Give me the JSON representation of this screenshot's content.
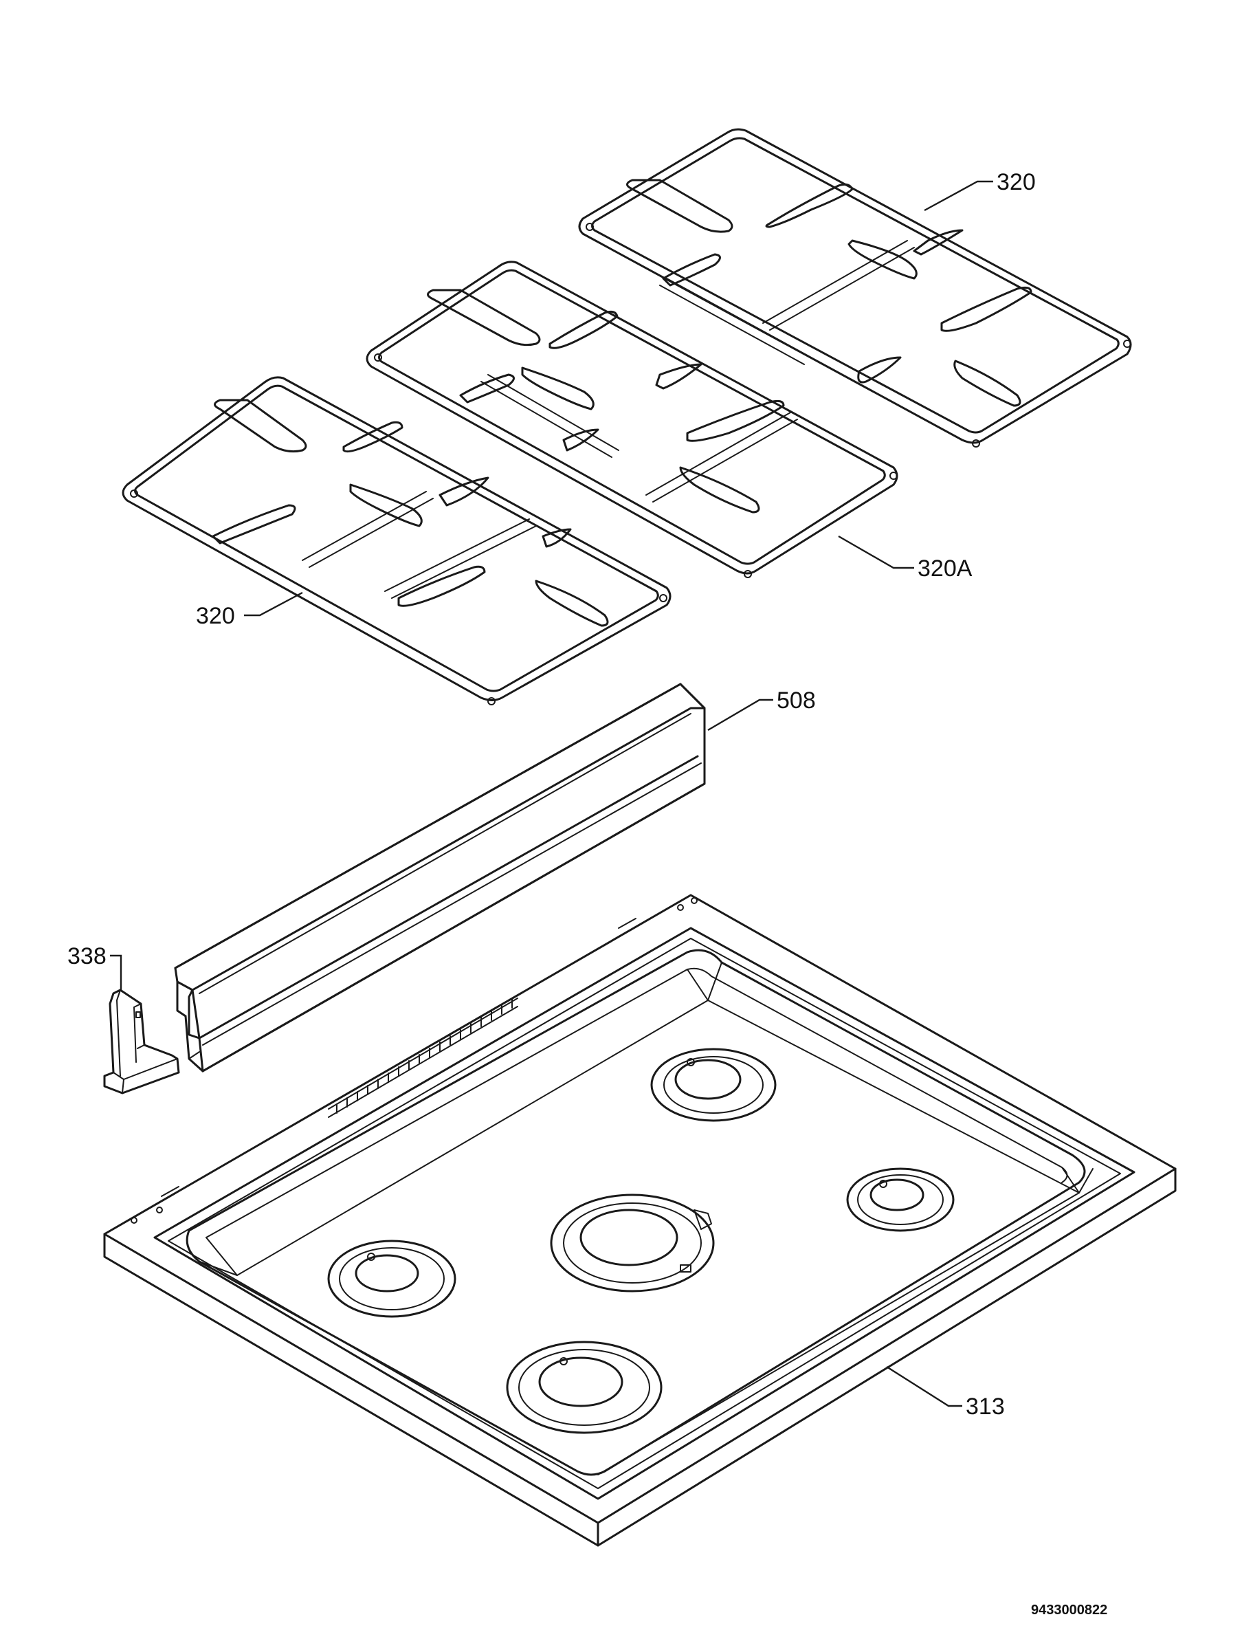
{
  "parts": [
    {
      "id": "grate_right",
      "label": "320"
    },
    {
      "id": "grate_middle",
      "label": "320A"
    },
    {
      "id": "grate_left",
      "label": "320"
    },
    {
      "id": "bracket",
      "label": "508"
    },
    {
      "id": "clip",
      "label": "338"
    },
    {
      "id": "cooktop",
      "label": "313"
    }
  ],
  "document_number": "9433000822",
  "colors": {
    "line": "#1a1a1a",
    "background": "#ffffff"
  }
}
